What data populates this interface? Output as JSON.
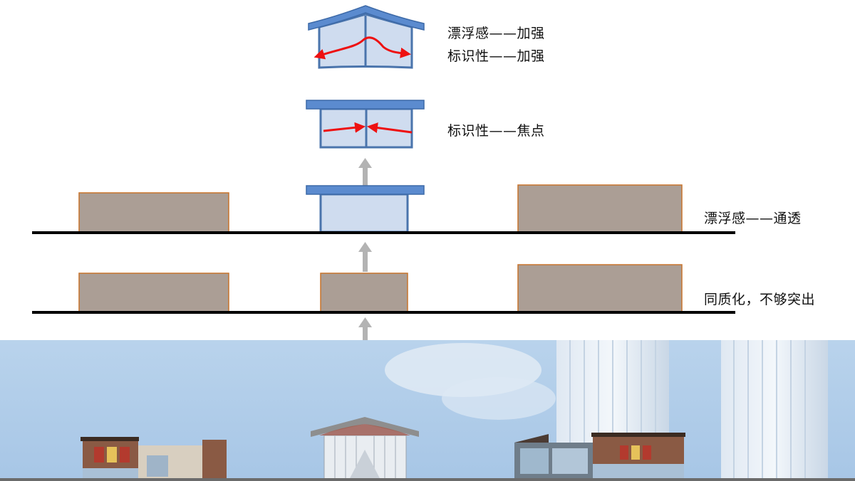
{
  "stages": [
    {
      "label": "漂浮感——加强"
    },
    {
      "label": "标识性——加强"
    },
    {
      "label": "标识性——焦点"
    },
    {
      "label": "漂浮感——通透"
    },
    {
      "label": "同质化，不够突出"
    }
  ],
  "colors": {
    "block_fill": "#ab9e95",
    "block_stroke": "#c8742b",
    "glass_fill": "#cfdcef",
    "glass_stroke": "#4a74ac",
    "roof_fill": "#5b8bcf",
    "arrow_gray": "#b3b3b3",
    "focus_red": "#ee1111",
    "ground_line": "#000000",
    "sky": "#aac8e6"
  },
  "elevation_photo": {
    "buildings": [
      "left-pavilion",
      "center-canopy-pavilion",
      "right-pavilion",
      "tower-glass-1",
      "tower-glass-2"
    ]
  }
}
